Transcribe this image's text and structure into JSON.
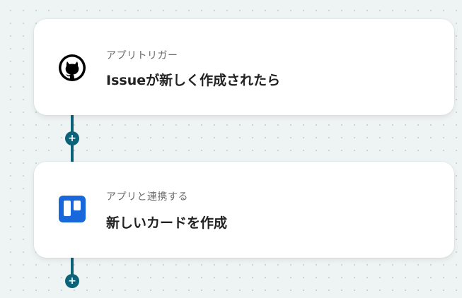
{
  "steps": [
    {
      "type_label": "アプリトリガー",
      "title": "Issueが新しく作成されたら",
      "icon": "github-icon"
    },
    {
      "type_label": "アプリと連携する",
      "title": "新しいカードを作成",
      "icon": "trello-icon"
    }
  ],
  "add_step_symbol": "+",
  "colors": {
    "connector": "#0b6279",
    "trello": "#1868db",
    "background": "#eef3f3"
  }
}
